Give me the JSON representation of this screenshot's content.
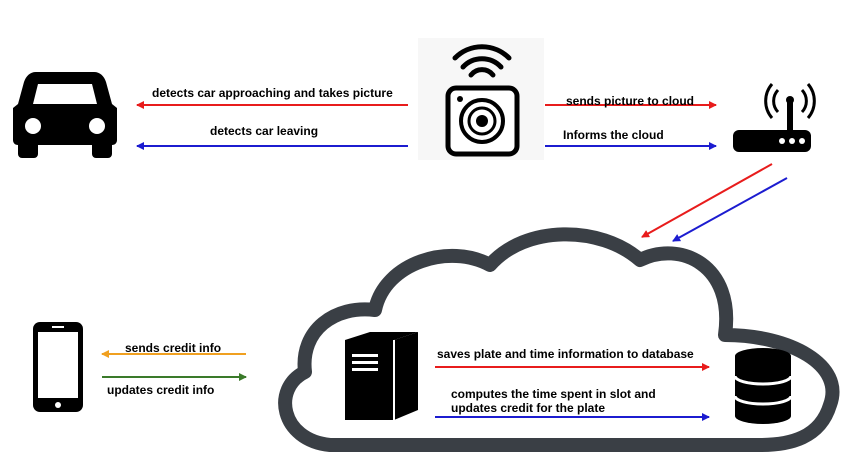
{
  "labels": {
    "car_approach": "detects car approaching and takes picture",
    "car_leaving": "detects car leaving",
    "send_picture": "sends picture to cloud",
    "inform_cloud": "Informs the cloud",
    "credit_send": "sends credit info",
    "credit_update": "updates credit info",
    "save_plate": "saves plate and time information to database",
    "compute_line1": "computes the time spent in slot and",
    "compute_line2": "updates credit for the plate"
  },
  "colors": {
    "red_arrow": "#e81c1c",
    "blue_arrow": "#1c1cd0",
    "orange_arrow": "#f0a020",
    "green_arrow": "#3a7a2a",
    "cloud_stroke": "#3a3f45",
    "icon": "#000000"
  },
  "icons": [
    "car-icon",
    "camera-wifi-icon",
    "router-icon",
    "smartphone-icon",
    "server-icon",
    "database-icon",
    "cloud-shape"
  ]
}
